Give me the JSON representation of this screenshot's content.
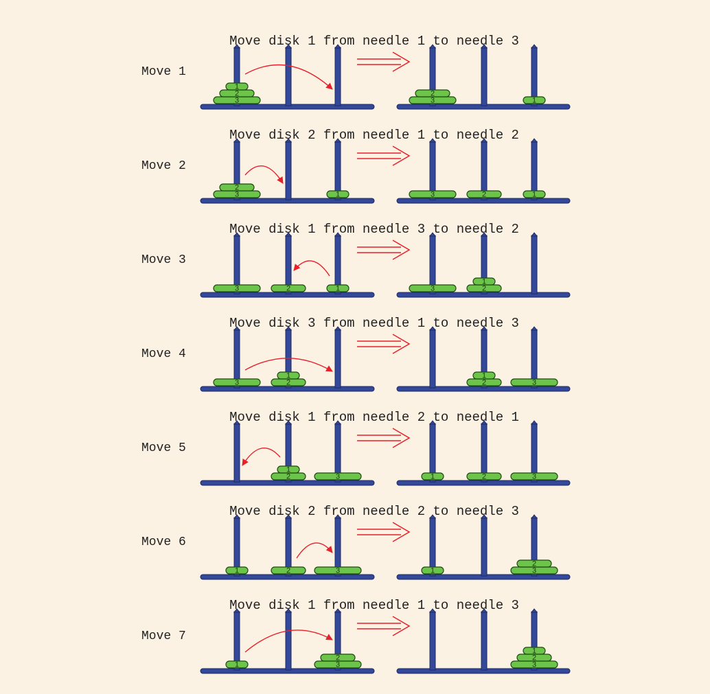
{
  "colors": {
    "background": "#fcf2e4",
    "needle": "#34489a",
    "base": "#34489a",
    "disk_fill": "#6cc44a",
    "disk_stroke": "#1e4a12",
    "move_arrow": "#e8202a",
    "transition_arrow": "#e8202a",
    "text": "#222222"
  },
  "moves": [
    {
      "label": "Move 1",
      "title": "Move disk 1 from needle 1 to needle 3",
      "disk": 1,
      "from_needle": 1,
      "to_needle": 3,
      "before": [
        [
          3,
          2,
          1
        ],
        [],
        []
      ],
      "after": [
        [
          3,
          2
        ],
        [],
        [
          1
        ]
      ]
    },
    {
      "label": "Move 2",
      "title": "Move disk 2 from needle 1 to needle 2",
      "disk": 2,
      "from_needle": 1,
      "to_needle": 2,
      "before": [
        [
          3,
          2
        ],
        [],
        [
          1
        ]
      ],
      "after": [
        [
          3
        ],
        [
          2
        ],
        [
          1
        ]
      ]
    },
    {
      "label": "Move 3",
      "title": "Move disk 1 from needle 3 to needle 2",
      "disk": 1,
      "from_needle": 3,
      "to_needle": 2,
      "before": [
        [
          3
        ],
        [
          2
        ],
        [
          1
        ]
      ],
      "after": [
        [
          3
        ],
        [
          2,
          1
        ],
        []
      ]
    },
    {
      "label": "Move 4",
      "title": "Move disk 3 from needle 1 to needle 3",
      "disk": 3,
      "from_needle": 1,
      "to_needle": 3,
      "before": [
        [
          3
        ],
        [
          2,
          1
        ],
        []
      ],
      "after": [
        [],
        [
          2,
          1
        ],
        [
          3
        ]
      ]
    },
    {
      "label": "Move 5",
      "title": "Move disk 1 from needle 2 to needle 1",
      "disk": 1,
      "from_needle": 2,
      "to_needle": 1,
      "before": [
        [],
        [
          2,
          1
        ],
        [
          3
        ]
      ],
      "after": [
        [
          1
        ],
        [
          2
        ],
        [
          3
        ]
      ]
    },
    {
      "label": "Move 6",
      "title": "Move disk 2 from needle 2 to needle 3",
      "disk": 2,
      "from_needle": 2,
      "to_needle": 3,
      "before": [
        [
          1
        ],
        [
          2
        ],
        [
          3
        ]
      ],
      "after": [
        [
          1
        ],
        [],
        [
          3,
          2
        ]
      ]
    },
    {
      "label": "Move 7",
      "title": "Move disk 1 from needle 1 to needle 3",
      "disk": 1,
      "from_needle": 1,
      "to_needle": 3,
      "before": [
        [
          1
        ],
        [],
        [
          3,
          2
        ]
      ],
      "after": [
        [],
        [],
        [
          3,
          2,
          1
        ]
      ]
    }
  ]
}
